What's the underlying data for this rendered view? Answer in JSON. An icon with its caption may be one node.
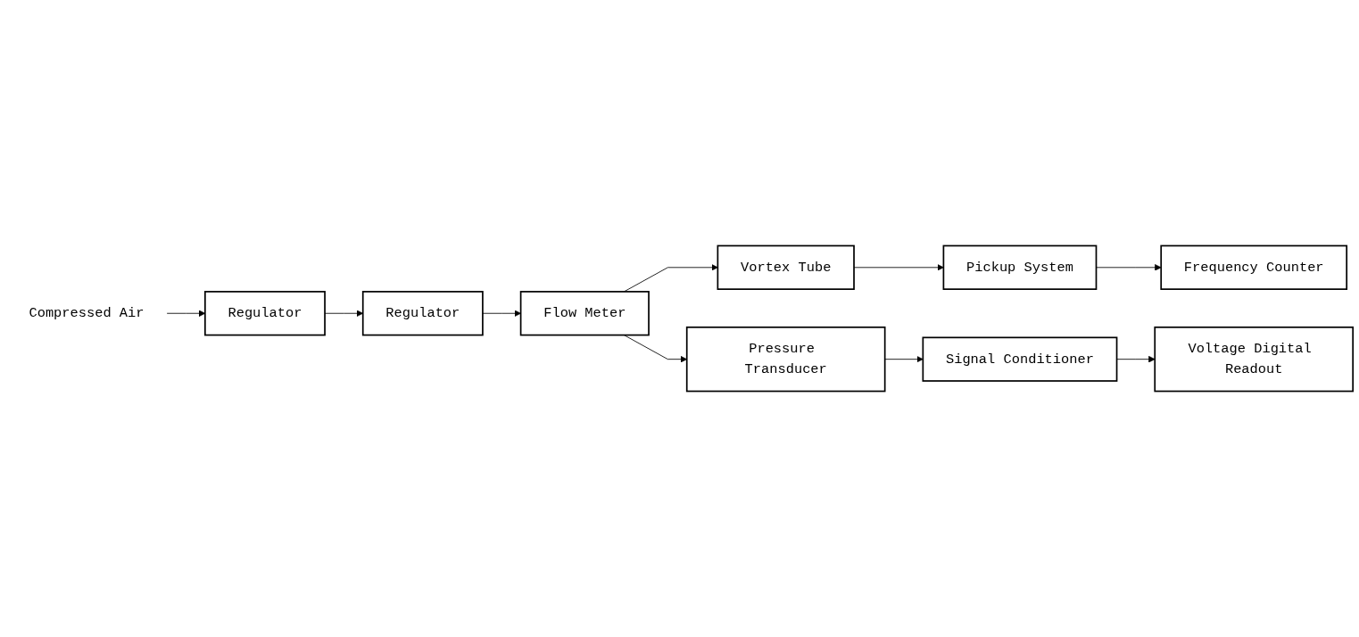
{
  "diagram": {
    "nodes": [
      {
        "text": [
          "Compressed Air"
        ]
      },
      {
        "text": [
          "Regulator"
        ]
      },
      {
        "text": [
          "Regulator"
        ]
      },
      {
        "text": [
          "Flow Meter"
        ]
      },
      {
        "text": [
          "Vortex Tube"
        ]
      },
      {
        "text": [
          "Pressure Transducer"
        ]
      },
      {
        "text": [
          "Signal Conditioner"
        ]
      },
      {
        "text": [
          "Voltage Digital Readout"
        ]
      },
      {
        "text": [
          "Pickup System"
        ]
      },
      {
        "text": [
          "Frequency Counter"
        ]
      }
    ],
    "edges": [
      {
        "from": 0,
        "to": 1,
        "arrow": "to"
      },
      {
        "from": 1,
        "to": 2,
        "arrow": "to"
      },
      {
        "from": 2,
        "to": 3,
        "arrow": "to"
      },
      {
        "from": 3,
        "to": 4,
        "arrow": "to"
      },
      {
        "from": 3,
        "to": 5,
        "arrow": "to"
      },
      {
        "from": 5,
        "to": 6,
        "arrow": "to"
      },
      {
        "from": 6,
        "to": 7,
        "arrow": "to"
      },
      {
        "from": 4,
        "to": 8,
        "arrow": "to"
      },
      {
        "from": 8,
        "to": 9,
        "arrow": "to"
      }
    ]
  }
}
